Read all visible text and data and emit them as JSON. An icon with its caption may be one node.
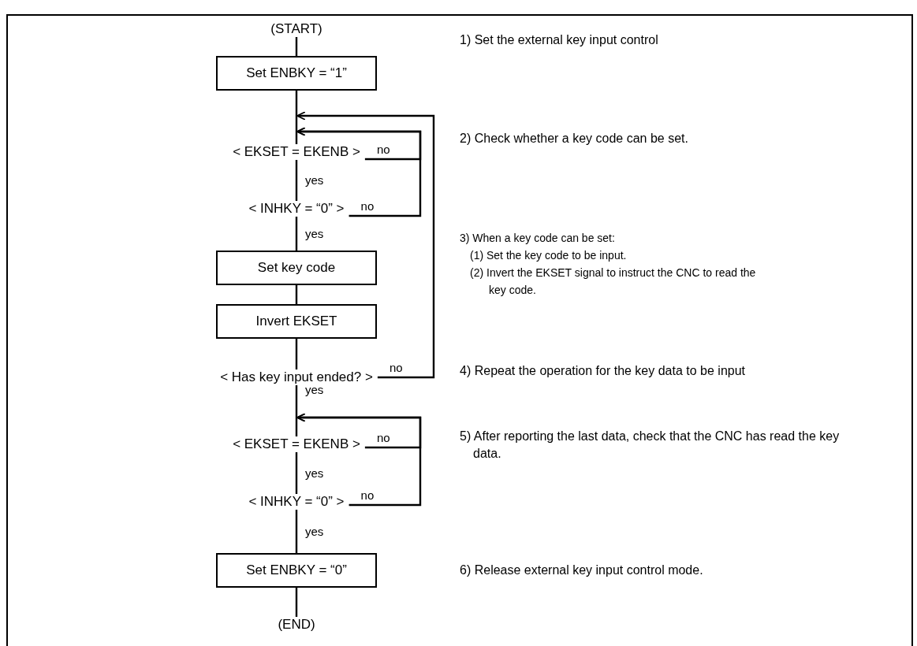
{
  "diagram": {
    "nodes": [
      {
        "text": [
          "(START)"
        ]
      },
      {
        "text": [
          "Set ENBKY = “1”"
        ]
      },
      {
        "text": [
          "< EKSET = EKENB >"
        ]
      },
      {
        "text": [
          "< INHKY = “0” >"
        ]
      },
      {
        "text": [
          "Set key code"
        ]
      },
      {
        "text": [
          "Invert EKSET"
        ]
      },
      {
        "text": [
          "< Has key input ended? >"
        ]
      },
      {
        "text": [
          "< EKSET = EKENB >"
        ]
      },
      {
        "text": [
          "< INHKY = “0” >"
        ]
      },
      {
        "text": [
          "Set ENBKY = “0”"
        ]
      },
      {
        "text": [
          "(END)"
        ]
      }
    ],
    "edges": [
      {
        "from": 0,
        "to": 1,
        "arrow": "none"
      },
      {
        "from": 1,
        "to": 2,
        "arrow": "none"
      },
      {
        "from": 2,
        "to": 2,
        "label": "no",
        "arrow": "to"
      },
      {
        "from": 2,
        "to": 3,
        "label": "yes",
        "arrow": "none"
      },
      {
        "from": 3,
        "to": 2,
        "label": "no",
        "arrow": "to"
      },
      {
        "from": 3,
        "to": 4,
        "label": "yes",
        "arrow": "none"
      },
      {
        "from": 4,
        "to": 5,
        "arrow": "none"
      },
      {
        "from": 5,
        "to": 6,
        "arrow": "none"
      },
      {
        "from": 6,
        "to": 2,
        "label": "no",
        "arrow": "to"
      },
      {
        "from": 6,
        "to": 7,
        "label": "yes",
        "arrow": "none"
      },
      {
        "from": 7,
        "to": 7,
        "label": "no",
        "arrow": "to"
      },
      {
        "from": 7,
        "to": 8,
        "label": "yes",
        "arrow": "none"
      },
      {
        "from": 8,
        "to": 7,
        "label": "no",
        "arrow": "to"
      },
      {
        "from": 8,
        "to": 9,
        "label": "yes",
        "arrow": "none"
      },
      {
        "from": 9,
        "to": 10,
        "arrow": "none"
      }
    ],
    "labels": [
      "1) Set the external key input control",
      "2) Check whether a key code can be set.",
      "3) When a key code can be set:",
      "(1) Set the key code to be input.",
      "(2) Invert the EKSET signal to instruct the CNC to read the key code.",
      "4) Repeat the operation for the key data to be input",
      "5) After reporting the last data, check that the CNC has read the key data.",
      "6) Release external key input control mode."
    ]
  }
}
